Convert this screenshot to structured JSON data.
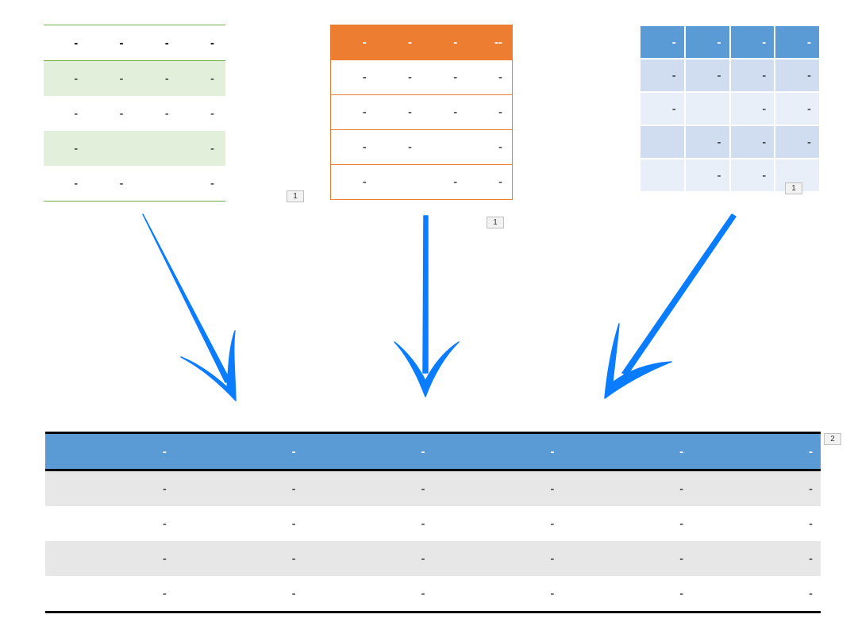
{
  "source_tables": [
    {
      "header": [
        "-",
        "-",
        "-",
        "-"
      ],
      "rows": [
        [
          "-",
          "-",
          "-",
          "-"
        ],
        [
          "-",
          "-",
          "-",
          "-"
        ],
        [
          "-",
          "",
          "",
          "-"
        ],
        [
          "-",
          "-",
          "",
          "-"
        ]
      ],
      "badge": "1",
      "accent": "#70ad47",
      "band": "#e2efda"
    },
    {
      "header": [
        "-",
        "-",
        "-",
        "--"
      ],
      "rows": [
        [
          "-",
          "-",
          "-",
          "-"
        ],
        [
          "-",
          "-",
          "-",
          "-"
        ],
        [
          "-",
          "-",
          "",
          "-"
        ],
        [
          "-",
          "",
          "-",
          "-"
        ]
      ],
      "badge": "1",
      "accent": "#ed7d31"
    },
    {
      "header": [
        "-",
        "-",
        "-",
        "-"
      ],
      "rows": [
        [
          "-",
          "-",
          "-",
          "-"
        ],
        [
          "-",
          "",
          "-",
          "-"
        ],
        [
          "",
          "-",
          "-",
          "-"
        ],
        [
          "",
          "-",
          "-",
          ""
        ]
      ],
      "badge": "1",
      "accent": "#5b9bd5",
      "band_dark": "#d0dcef",
      "band_light": "#e9eff8"
    }
  ],
  "result_table": {
    "header": [
      "-",
      "-",
      "-",
      "-",
      "-",
      "-"
    ],
    "rows": [
      [
        "-",
        "-",
        "-",
        "-",
        "-",
        "-"
      ],
      [
        "-",
        "-",
        "-",
        "-",
        "-",
        "-"
      ],
      [
        "-",
        "-",
        "-",
        "-",
        "-",
        "-"
      ],
      [
        "-",
        "-",
        "-",
        "-",
        "-",
        "-"
      ]
    ],
    "badge": "2",
    "accent": "#5b9bd5",
    "band": "#e7e7e7"
  },
  "arrow_color": "#0a7cff"
}
